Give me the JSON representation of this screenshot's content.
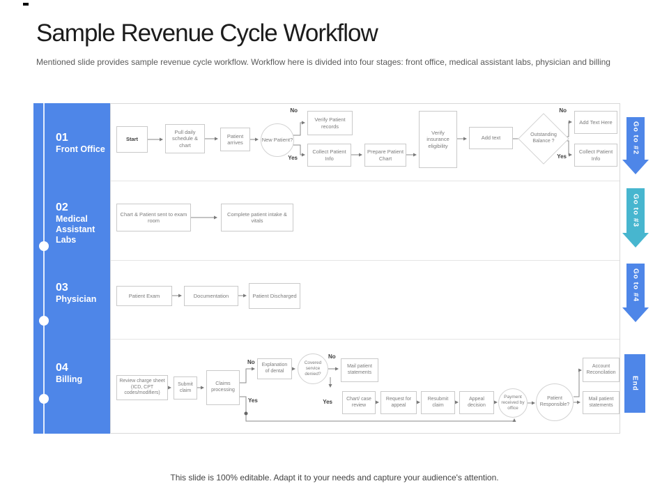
{
  "slide": {
    "title": "Sample Revenue Cycle Workflow",
    "subtitle": "Mentioned slide provides sample revenue cycle workflow. Workflow here is divided into four stages: front office, medical assistant labs, physician and billing",
    "footer": "This slide is 100% editable. Adapt it to your needs and capture your audience's attention."
  },
  "colors": {
    "accent_blue": "#4e86e8",
    "teal": "#47b6cf"
  },
  "labels": {
    "no": "No",
    "yes": "Yes"
  },
  "stages": [
    {
      "num": "01",
      "name": "Front Office"
    },
    {
      "num": "02",
      "name": "Medical Assistant Labs"
    },
    {
      "num": "03",
      "name": "Physician"
    },
    {
      "num": "04",
      "name": "Billing"
    }
  ],
  "side_nav": [
    {
      "label": "Go to #2"
    },
    {
      "label": "Go to #3"
    },
    {
      "label": "Go to #4"
    },
    {
      "label": "End"
    }
  ],
  "flow": {
    "row1": [
      "Start",
      "Pull daily schedule & chart",
      "Patient arrives",
      "New Patient?",
      "Verify Patient records",
      "Collect Patient Info",
      "Prepare Patient Chart",
      "Verify insurance eligibility",
      "Add text",
      "Outstanding Balance ?",
      "Add Text Here",
      "Collect Patient Info"
    ],
    "row2": [
      "Chart & Patient sent to exam room",
      "Complete patient intake & vitals"
    ],
    "row3": [
      "Patient Exam",
      "Documentation",
      "Patient Discharged"
    ],
    "row4": [
      "Review charge sheet (ICD, CPT codes/modifiers)",
      "Submit claim",
      "Claims processing",
      "Explanation of dental",
      "Covered service denied?",
      "Mail patient statements",
      "Chart/ case review",
      "Request for appeal",
      "Resubmit claim",
      "Appeal decision",
      "Payment received by office",
      "Patient Responsible?",
      "Account Reconcilation",
      "Mail patient statements"
    ]
  }
}
